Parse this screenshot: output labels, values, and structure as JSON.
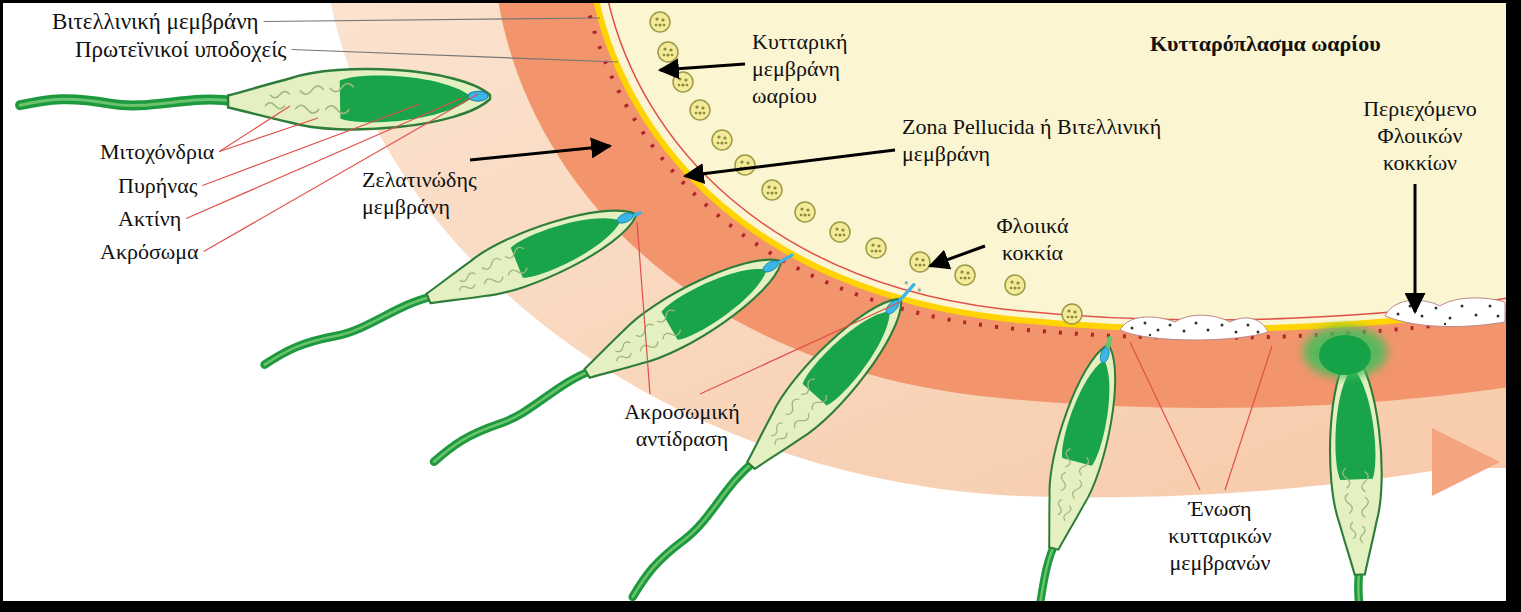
{
  "diagram": {
    "labels": [
      "Βιτελλινική μεμβράνη",
      "Πρωτεϊνικοί υποδοχείς",
      "Κυτταρική μεμβράνη ωαρίου",
      "Κυτταρόπλασμα ωαρίου",
      "Μιτοχόνδρια",
      "Πυρήνας",
      "Ακτίνη",
      "Ακρόσωμα",
      "Ζελατινώδης μεμβράνη",
      "Zona Pellucida ή Βιτελλινική μεμβράνη",
      "Περιεχόμενο Φλοιικών κοκκίων",
      "Φλοιικά κοκκία",
      "Ακροσωμική αντίδραση",
      "Ένωση κυτταρικών μεμβρανών"
    ]
  }
}
